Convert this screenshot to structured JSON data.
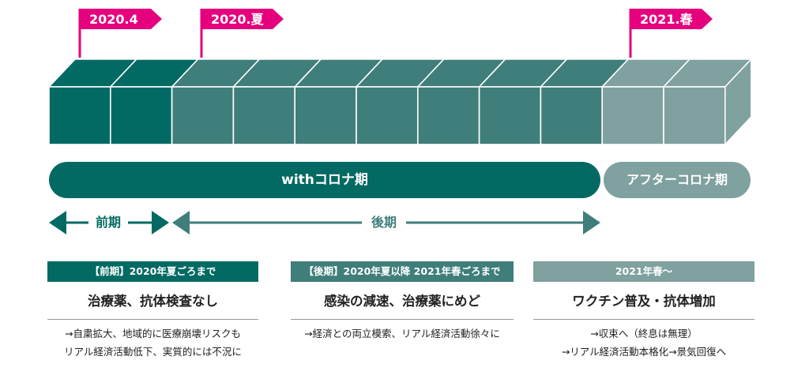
{
  "milestones": [
    {
      "label": "2020.4"
    },
    {
      "label": "2020.夏"
    },
    {
      "label": "2021.春"
    }
  ],
  "colors": {
    "dark": "#036a63",
    "mid": "#3f7e7b",
    "light": "#7fa19f",
    "flag": "#e6007e",
    "text": "#222222"
  },
  "phases": {
    "with_corona": "withコロナ期",
    "after_corona": "アフターコロナ期"
  },
  "periods": {
    "early": "前期",
    "late": "後期"
  },
  "columns": [
    {
      "header": "【前期】2020年夏ごろまで",
      "title": "治療薬、抗体検査なし",
      "lines": [
        "→自粛拡大、地域的に医療崩壊リスクも",
        "リアル経済活動低下、実質的には不況に"
      ]
    },
    {
      "header": "【後期】2020年夏以降 2021年春ごろまで",
      "title": "感染の減速、治療薬にめど",
      "lines": [
        "→経済との両立模索、リアル経済活動徐々に"
      ]
    },
    {
      "header": "2021年春〜",
      "title": "ワクチン普及・抗体増加",
      "lines": [
        "→収束へ（終息は無理）",
        "→リアル経済活動本格化→景気回復へ"
      ]
    }
  ]
}
